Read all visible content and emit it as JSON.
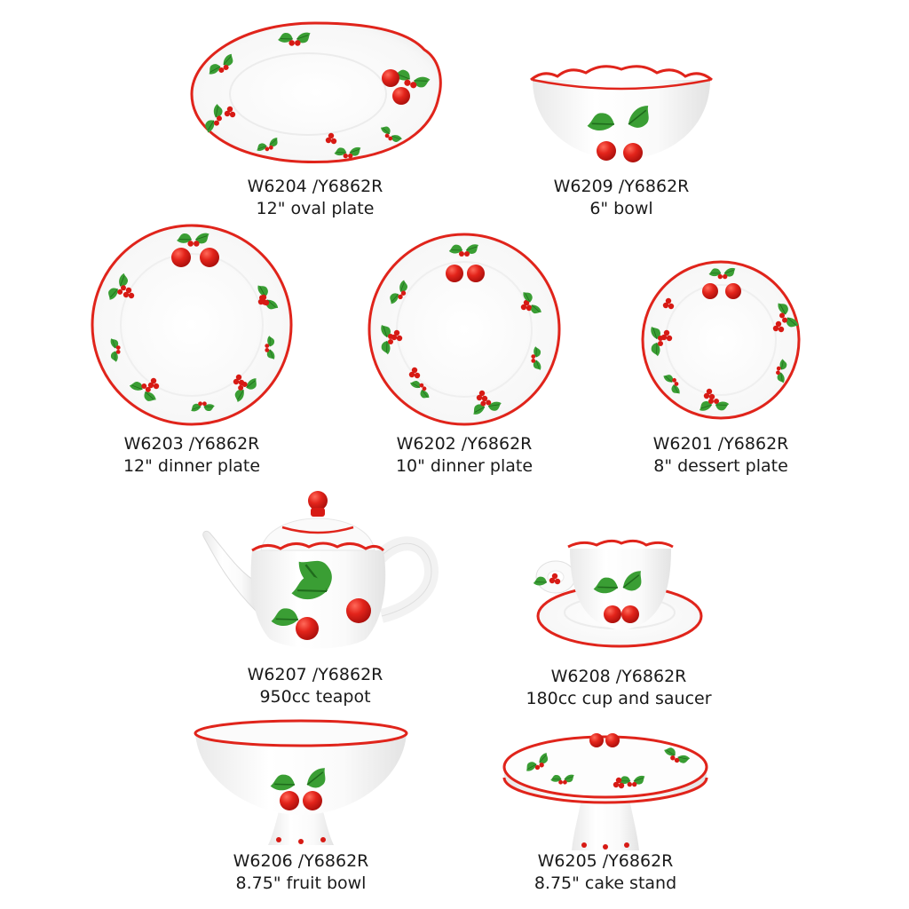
{
  "products": [
    {
      "code": "W6204 /Y6862R",
      "desc": "12\" oval plate"
    },
    {
      "code": "W6209 /Y6862R",
      "desc": "6\" bowl"
    },
    {
      "code": "W6203 /Y6862R",
      "desc": "12\" dinner plate"
    },
    {
      "code": "W6202 /Y6862R",
      "desc": "10\" dinner plate"
    },
    {
      "code": "W6201 /Y6862R",
      "desc": "8\" dessert plate"
    },
    {
      "code": "W6207 /Y6862R",
      "desc": "950cc teapot"
    },
    {
      "code": "W6208 /Y6862R",
      "desc": "180cc cup and saucer"
    },
    {
      "code": "W6206 /Y6862R",
      "desc": "8.75\" fruit bowl"
    },
    {
      "code": "W6205 /Y6862R",
      "desc": "8.75\" cake stand"
    }
  ],
  "colors": {
    "porcelain": "#ffffff",
    "rim": "#e0241b",
    "berry": "#d71a14",
    "leaf": "#3a9e34",
    "text": "#1a1a1a"
  }
}
